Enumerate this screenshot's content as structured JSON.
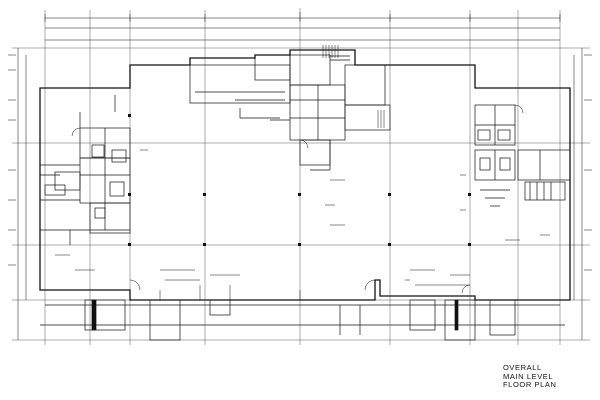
{
  "drawing": {
    "title_lines": [
      "OVERALL",
      "MAIN LEVEL",
      "FLOOR PLAN"
    ]
  }
}
